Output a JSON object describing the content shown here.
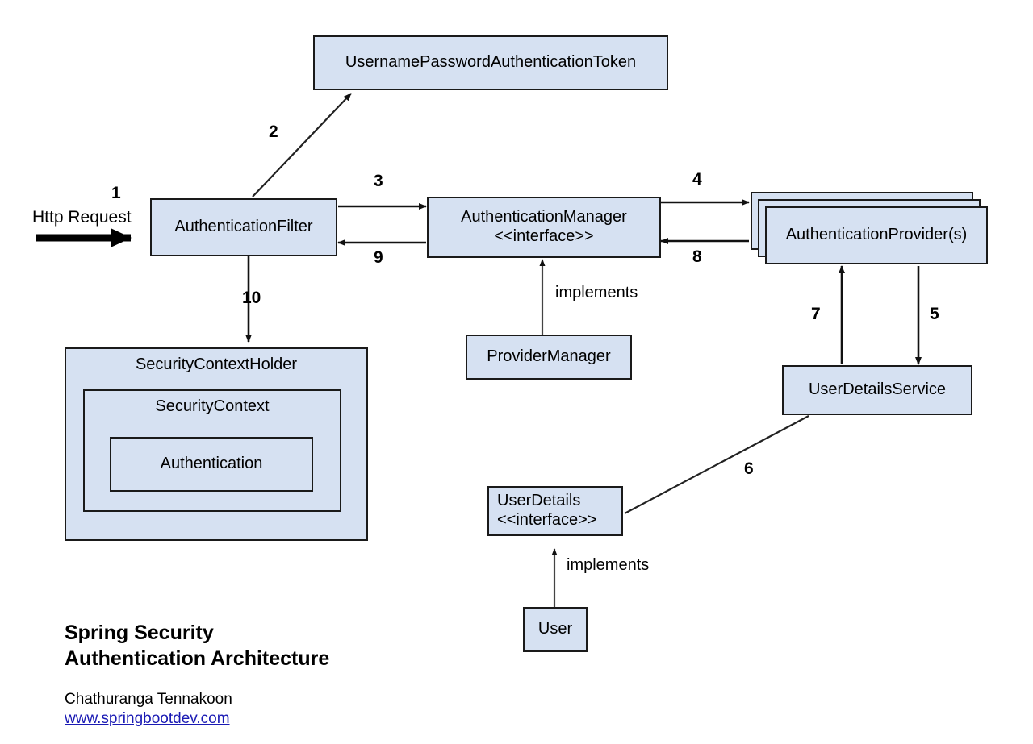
{
  "diagram": {
    "title_line1": "Spring Security",
    "title_line2": "Authentication Architecture",
    "author": "Chathuranga Tennakoon",
    "website": "www.springbootdev.com",
    "entry_label": "Http Request",
    "accent_fill": "#d6e1f2",
    "stroke": "#1a1a1a",
    "link_color": "#1a1ab4"
  },
  "nodes": {
    "token": {
      "label": "UsernamePasswordAuthenticationToken"
    },
    "auth_filter": {
      "label": "AuthenticationFilter"
    },
    "auth_manager": {
      "label": "AuthenticationManager",
      "stereotype": "<<interface>>"
    },
    "auth_provider": {
      "label": "AuthenticationProvider(s)"
    },
    "provider_manager": {
      "label": "ProviderManager"
    },
    "user_details_service": {
      "label": "UserDetailsService"
    },
    "user_details": {
      "label": "UserDetails",
      "stereotype": "<<interface>>"
    },
    "user": {
      "label": "User"
    },
    "security_context_holder": {
      "label": "SecurityContextHolder"
    },
    "security_context": {
      "label": "SecurityContext"
    },
    "authentication": {
      "label": "Authentication"
    }
  },
  "edge_labels": {
    "e1": "1",
    "e2": "2",
    "e3": "3",
    "e4": "4",
    "e5": "5",
    "e6": "6",
    "e7": "7",
    "e8": "8",
    "e9": "9",
    "e10": "10",
    "implements_manager": "implements",
    "implements_user": "implements"
  }
}
